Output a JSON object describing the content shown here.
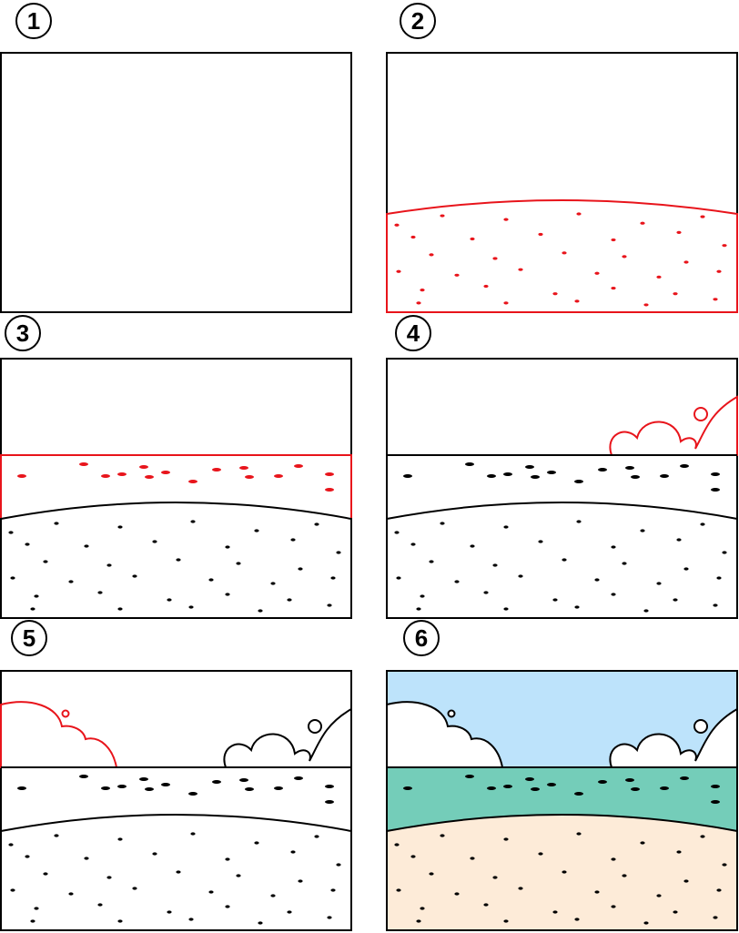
{
  "steps": [
    {
      "number": "1"
    },
    {
      "number": "2"
    },
    {
      "number": "3"
    },
    {
      "number": "4"
    },
    {
      "number": "5"
    },
    {
      "number": "6"
    }
  ],
  "colors": {
    "outline": "#000000",
    "highlight": "#e8141b",
    "sky": "#bde3fb",
    "sea": "#74cdb9",
    "sand": "#fdebd8",
    "paper": "#ffffff"
  },
  "icons": {
    "cloud": "cloud-icon",
    "sand_dot": "sand-dot-icon",
    "wave_dash": "wave-dash-icon"
  }
}
